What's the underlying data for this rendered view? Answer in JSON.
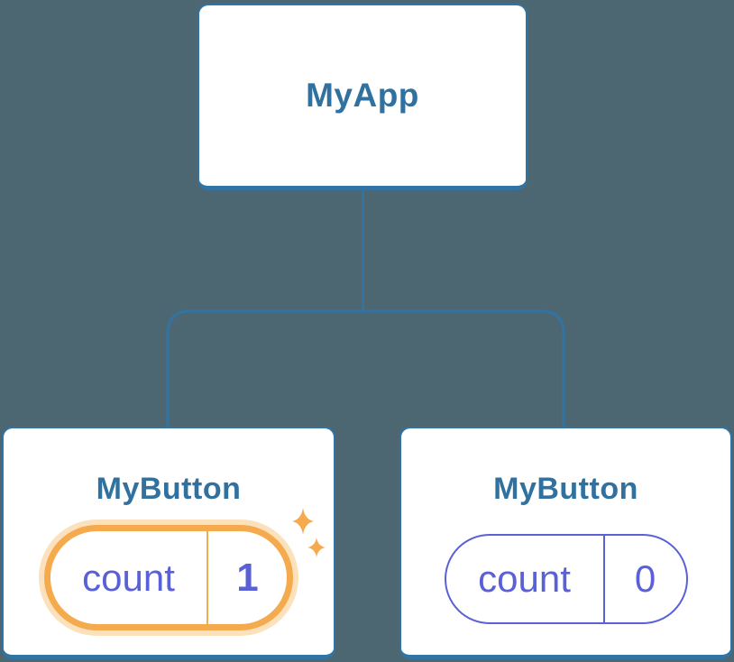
{
  "diagram": {
    "root": {
      "label": "MyApp"
    },
    "children": [
      {
        "label": "MyButton",
        "state_name": "count",
        "state_value": "1",
        "highlighted": true
      },
      {
        "label": "MyButton",
        "state_name": "count",
        "state_value": "0",
        "highlighted": false
      }
    ]
  },
  "icons": {
    "sparkles": "sparkles-icon (two four-point stars marking updated state)"
  },
  "colors": {
    "background": "#4D6772",
    "card_background": "#FFFFFF",
    "tree_blue": "#3173A3",
    "title_text_blue": "#31719F",
    "state_indigo": "#5A60D6",
    "highlight_orange": "#F5AA4D",
    "highlight_halo": "#FBE2BC"
  }
}
